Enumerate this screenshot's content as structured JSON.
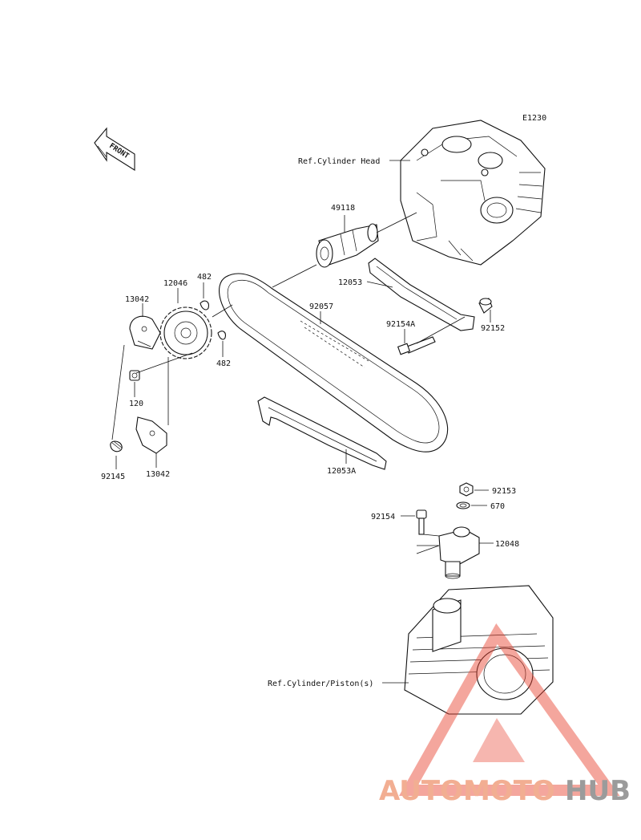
{
  "diagram": {
    "code": "E1230",
    "front_label": "FRONT",
    "ref_cylinder_head": "Ref.Cylinder Head",
    "ref_cylinder_piston": "Ref.Cylinder/Piston(s)",
    "parts": {
      "p49118": "49118",
      "p12053": "12053",
      "p92057": "92057",
      "p92154A": "92154A",
      "p92152": "92152",
      "p12046": "12046",
      "p482a": "482",
      "p482b": "482",
      "p13042a": "13042",
      "p13042b": "13042",
      "p120": "120",
      "p92145": "92145",
      "p12053A": "12053A",
      "p92153": "92153",
      "p670": "670",
      "p92154": "92154",
      "p12048": "12048"
    }
  },
  "watermark": {
    "part1": "AUTOMOTO",
    "part2": "HUB",
    "color_primary": "#f0a080",
    "color_secondary": "#8a8a8a",
    "color_triangle": "#e8402e"
  }
}
